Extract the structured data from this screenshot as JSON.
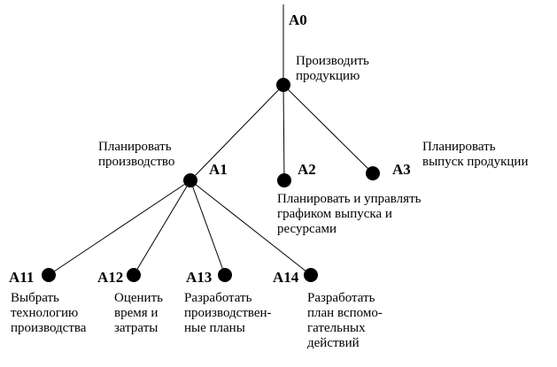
{
  "diagram": {
    "nodes": [
      {
        "id": "A0",
        "code": "A0",
        "label": [
          "Производить",
          "продукцию"
        ]
      },
      {
        "id": "A1",
        "code": "A1",
        "label": [
          "Планировать",
          "производство"
        ]
      },
      {
        "id": "A2",
        "code": "A2",
        "label": [
          "Планировать и управлять",
          "графиком выпуска и",
          "ресурсами"
        ]
      },
      {
        "id": "A3",
        "code": "A3",
        "label": [
          "Планировать",
          "выпуск продукции"
        ]
      },
      {
        "id": "A11",
        "code": "A11",
        "label": [
          "Выбрать",
          "технологию",
          "производства"
        ]
      },
      {
        "id": "A12",
        "code": "A12",
        "label": [
          "Оценить",
          "время и",
          "затраты"
        ]
      },
      {
        "id": "A13",
        "code": "A13",
        "label": [
          "Разработать",
          "производствен-",
          "ные планы"
        ]
      },
      {
        "id": "A14",
        "code": "A14",
        "label": [
          "Разработать",
          "план вспомо-",
          "гательных",
          "действий"
        ]
      }
    ],
    "edges": [
      [
        "A0",
        "A1"
      ],
      [
        "A0",
        "A2"
      ],
      [
        "A0",
        "A3"
      ],
      [
        "A1",
        "A11"
      ],
      [
        "A1",
        "A12"
      ],
      [
        "A1",
        "A13"
      ],
      [
        "A1",
        "A14"
      ]
    ]
  }
}
